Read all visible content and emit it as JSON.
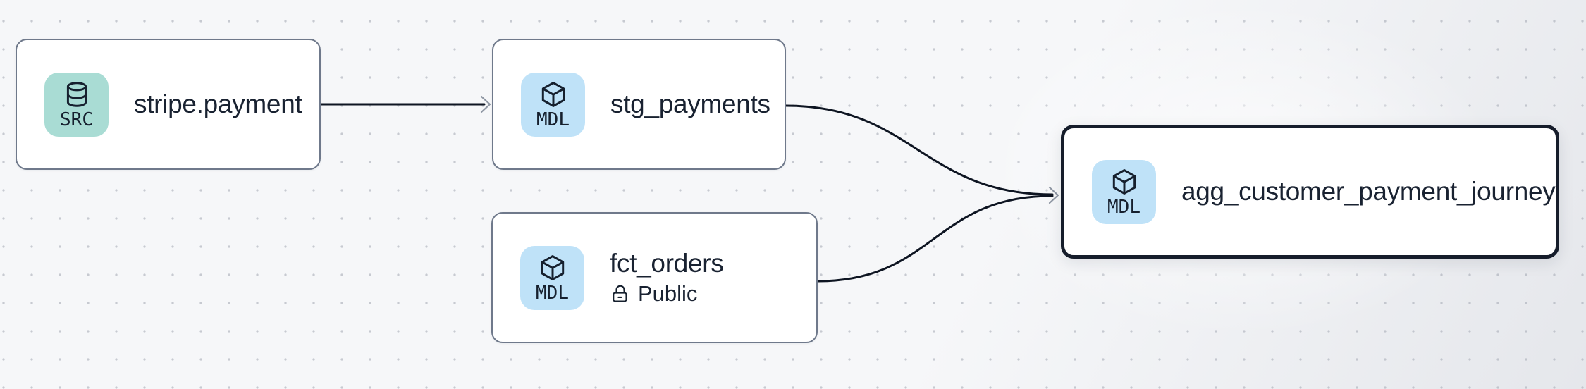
{
  "canvas": {
    "background_color": "#f6f7f9",
    "dot_color": "#c7cad1",
    "edge_color": "#0e1522",
    "arrowhead_color": "#8f97a4",
    "node_border_color": "#6f798b",
    "selected_border_color": "#161d2b",
    "text_color": "#192231",
    "src_badge_color": "#a9dcd4",
    "mdl_badge_color": "#bfe2f8"
  },
  "nodes": [
    {
      "title": "stripe.payment",
      "badge": "SRC",
      "icon": "database-icon",
      "selected": false
    },
    {
      "title": "stg_payments",
      "badge": "MDL",
      "icon": "cube-icon",
      "selected": false
    },
    {
      "title": "fct_orders",
      "badge": "MDL",
      "icon": "cube-icon",
      "visibility": "Public",
      "visibility_icon": "lock-open-icon",
      "selected": false
    },
    {
      "title": "agg_customer_payment_journey",
      "badge": "MDL",
      "icon": "cube-icon",
      "selected": true
    }
  ],
  "edges": [
    {
      "from": "stripe.payment",
      "to": "stg_payments"
    },
    {
      "from": "stg_payments",
      "to": "agg_customer_payment_journey"
    },
    {
      "from": "fct_orders",
      "to": "agg_customer_payment_journey"
    }
  ]
}
